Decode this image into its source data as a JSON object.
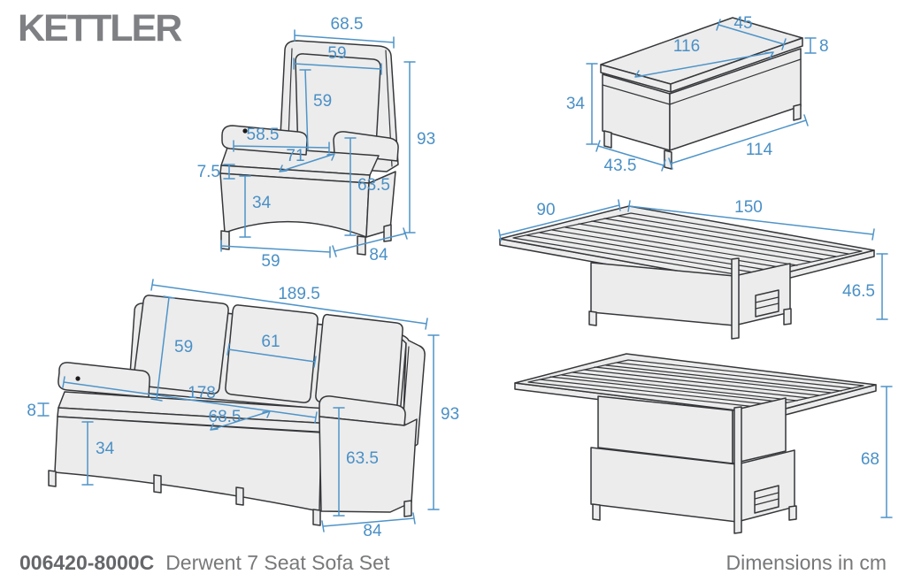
{
  "brand": "KETTLER",
  "footer": {
    "code": "006420-8000C",
    "name": "Derwent 7 Seat Sofa Set",
    "units": "Dimensions in cm"
  },
  "colors": {
    "dimension_blue": "#4a90c6",
    "outline": "#35373a",
    "furniture_fill": "#ececec",
    "logo_gray": "#7f8083",
    "footer_gray": "#77787a"
  },
  "dimensions": {
    "armchair": {
      "back_width": "68.5",
      "back_cushion_width": "59",
      "back_cushion_height": "59",
      "arm_to_arm_width": "58.5",
      "seat_cushion_thickness": "7.5",
      "seat_diagonal": "71",
      "seat_height": "34",
      "arm_height": "63.5",
      "front_width": "59",
      "depth": "84",
      "total_height": "93"
    },
    "bench": {
      "top_width": "45",
      "top_length": "116",
      "cushion_thickness": "8",
      "height": "34",
      "depth": "43.5",
      "length": "114"
    },
    "low_table": {
      "depth": "90",
      "length": "150",
      "height": "46.5"
    },
    "high_table": {
      "height": "68"
    },
    "sofa": {
      "total_width": "189.5",
      "back_cushion_height": "59",
      "middle_cushion_width": "61",
      "inner_width": "178",
      "seat_diagonal": "68.5",
      "seat_cushion_thickness": "8",
      "seat_height": "34",
      "arm_height": "63.5",
      "total_height": "93",
      "depth": "84"
    }
  }
}
